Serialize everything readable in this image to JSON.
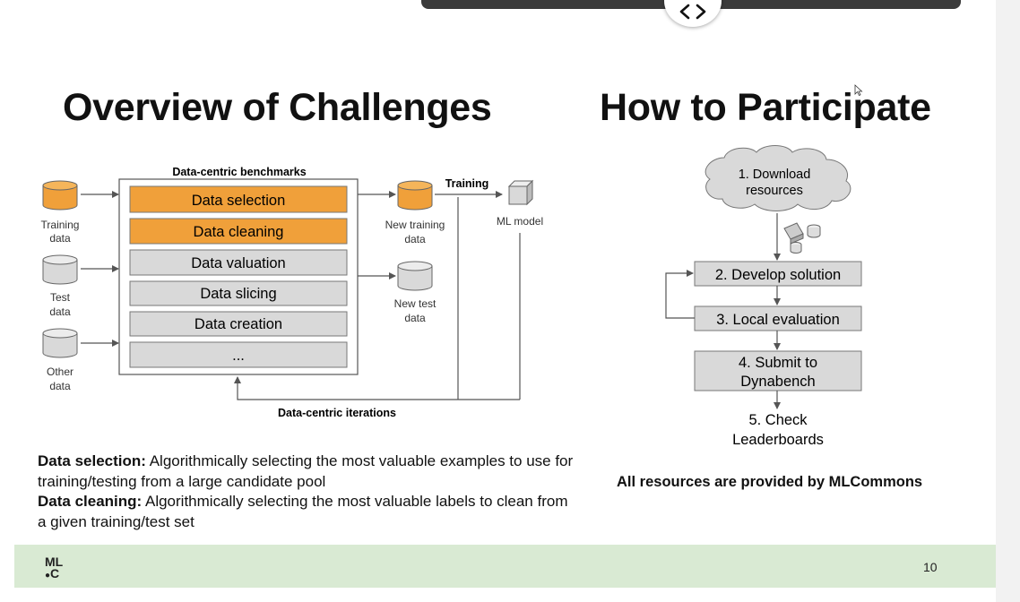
{
  "slide": {
    "title_left": "Overview of Challenges",
    "title_right": "How to Participate",
    "page_number": "10",
    "logo_top": "ML",
    "logo_bottom": "C"
  },
  "left_diagram": {
    "header": "Data-centric benchmarks",
    "inputs": [
      {
        "label_1": "Training",
        "label_2": "data",
        "color": "#f0a03a"
      },
      {
        "label_1": "Test",
        "label_2": "data",
        "color": "#d9d9d9"
      },
      {
        "label_1": "Other",
        "label_2": "data",
        "color": "#d9d9d9"
      }
    ],
    "benchmarks": [
      {
        "label": "Data selection",
        "color": "#f0a03a"
      },
      {
        "label": "Data cleaning",
        "color": "#f0a03a"
      },
      {
        "label": "Data valuation",
        "color": "#d9d9d9"
      },
      {
        "label": "Data slicing",
        "color": "#d9d9d9"
      },
      {
        "label": "Data creation",
        "color": "#d9d9d9"
      },
      {
        "label": "...",
        "color": "#d9d9d9"
      }
    ],
    "outputs": [
      {
        "label_1": "New training",
        "label_2": "data"
      },
      {
        "label_1": "New test",
        "label_2": "data"
      }
    ],
    "training_label": "Training",
    "model_label": "ML model",
    "iterations_label": "Data-centric iterations"
  },
  "right_diagram": {
    "cloud_line_1": "1. Download",
    "cloud_line_2": "resources",
    "steps": [
      {
        "line_1": "2. Develop solution",
        "line_2": ""
      },
      {
        "line_1": "3. Local evaluation",
        "line_2": ""
      },
      {
        "line_1": "4. Submit to",
        "line_2": "Dynabench"
      }
    ],
    "final_line_1": "5. Check",
    "final_line_2": "Leaderboards",
    "resources_note": "All resources are provided by MLCommons"
  },
  "descriptions": [
    {
      "term": "Data selection:",
      "text": " Algorithmically selecting the most valuable examples to use for training/testing from a large candidate pool"
    },
    {
      "term": "Data cleaning:",
      "text": " Algorithmically selecting the most valuable labels to clean from a given training/test set"
    }
  ],
  "colors": {
    "orange": "#f0a03a",
    "gray_box": "#d9d9d9",
    "footer": "#d9ead3"
  }
}
